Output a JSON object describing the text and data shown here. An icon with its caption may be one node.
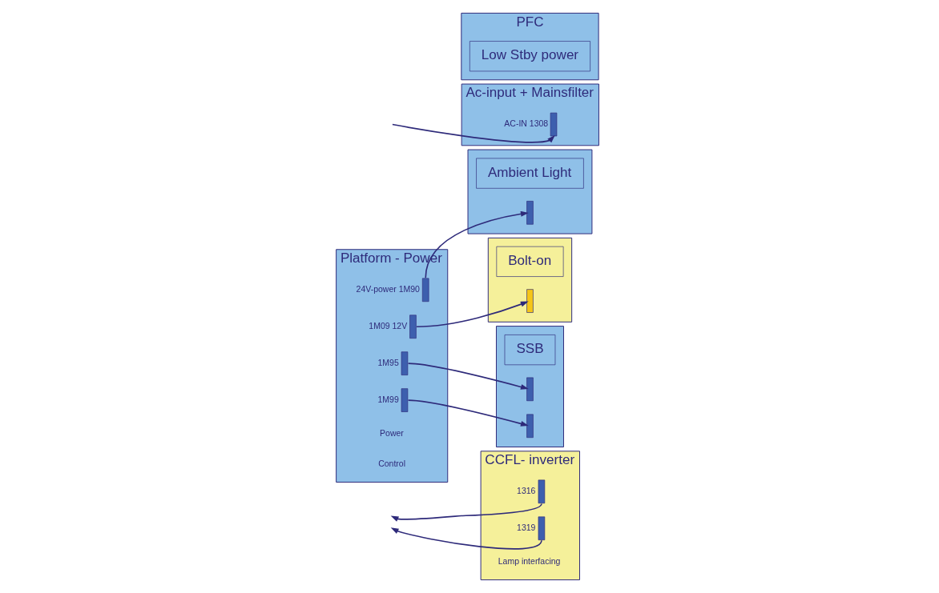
{
  "diagram": {
    "nodes": [
      {
        "text": [
          "CCFL- inverter"
        ]
      },
      {
        "text": [],
        "shape": "bar",
        "in": 0,
        "beside": [
          "1316"
        ]
      },
      {
        "text": [],
        "shape": "bar",
        "in": 0,
        "beside": [
          "1319"
        ]
      },
      {
        "text": [
          "Platform - Power"
        ]
      },
      {
        "text": [],
        "shape": "bar",
        "in": 3,
        "beside": [
          "24V-power 1M90"
        ]
      },
      {
        "text": [],
        "shape": "bar",
        "in": 3,
        "beside": [
          "1M09 12V"
        ]
      },
      {
        "text": [
          "Ac-input + Mainsfilter"
        ]
      },
      {
        "text": [],
        "shape": "bar",
        "in": 6,
        "beside": [
          "AC-IN 1308"
        ]
      },
      {
        "text": [
          "PFC"
        ]
      },
      {
        "text": [
          "Low Stby power"
        ],
        "in": 8
      },
      {
        "text": [],
        "shape": "bar",
        "in": 3,
        "beside": [
          "1M95"
        ]
      },
      {
        "text": [],
        "shape": "bar",
        "in": 3,
        "beside": [
          "1M99"
        ]
      },
      {
        "text": [],
        "shape": "box"
      },
      {
        "text": [
          "Ambient Light"
        ],
        "in": 12
      },
      {
        "text": [],
        "shape": "bar",
        "in": 12
      },
      {
        "text": [],
        "shape": "box"
      },
      {
        "text": [
          "Bolt-on"
        ],
        "in": 15
      },
      {
        "text": [],
        "shape": "bar",
        "in": 15
      },
      {
        "text": [],
        "shape": "box"
      },
      {
        "text": [
          "SSB"
        ],
        "in": 18
      },
      {
        "text": [],
        "shape": "bar",
        "in": 18
      },
      {
        "text": [],
        "shape": "bar",
        "in": 18
      }
    ],
    "edges": [
      {
        "from": 1,
        "to": null,
        "arrow": "to"
      },
      {
        "from": 2,
        "to": null,
        "arrow": "to"
      },
      {
        "from": null,
        "to": 7,
        "arrow": "to"
      },
      {
        "from": 4,
        "to": 14,
        "arrow": "to"
      },
      {
        "from": 5,
        "to": 17,
        "arrow": "to"
      },
      {
        "from": 10,
        "to": 20,
        "arrow": "to"
      },
      {
        "from": 11,
        "to": 21,
        "arrow": "to"
      }
    ],
    "labels": [
      "Lamp interfacing",
      "Power",
      "Control"
    ]
  }
}
